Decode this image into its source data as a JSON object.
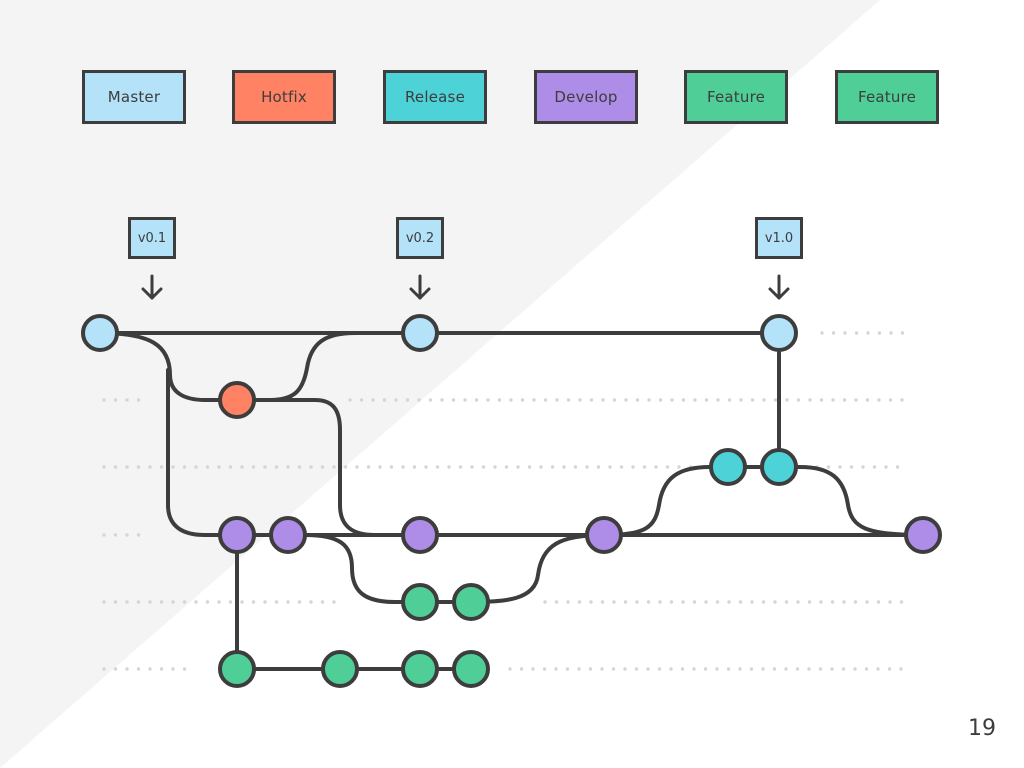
{
  "legend": [
    {
      "id": "master",
      "label": "Master",
      "color": "#b3e2f9"
    },
    {
      "id": "hotfix",
      "label": "Hotfix",
      "color": "#ff8265"
    },
    {
      "id": "release",
      "label": "Release",
      "color": "#4dd2d8"
    },
    {
      "id": "develop",
      "label": "Develop",
      "color": "#ad8de8"
    },
    {
      "id": "feature-1",
      "label": "Feature",
      "color": "#4fcf97"
    },
    {
      "id": "feature-2",
      "label": "Feature",
      "color": "#4fcf97"
    }
  ],
  "tags": [
    "v0.1",
    "v0.2",
    "v1.0"
  ],
  "page_number": "19",
  "colors": {
    "stroke": "#3d3d3d",
    "dots": "#d5d5d7",
    "background": "#f6f6f7",
    "background_light": "#ffffff"
  }
}
